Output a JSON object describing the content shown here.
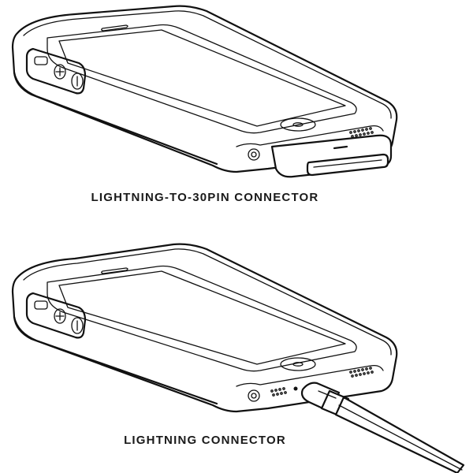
{
  "figure": {
    "panels": [
      {
        "caption": "LIGHTNING-TO-30PIN CONNECTOR",
        "accessory": "lightning-to-30pin-adapter"
      },
      {
        "caption": "LIGHTNING CONNECTOR",
        "accessory": "lightning-cable"
      }
    ],
    "icons": {
      "phone": "phone-in-case-icon",
      "adapter": "adapter-icon",
      "cable": "cable-icon"
    },
    "colors": {
      "line": "#111111",
      "background": "#ffffff"
    }
  }
}
